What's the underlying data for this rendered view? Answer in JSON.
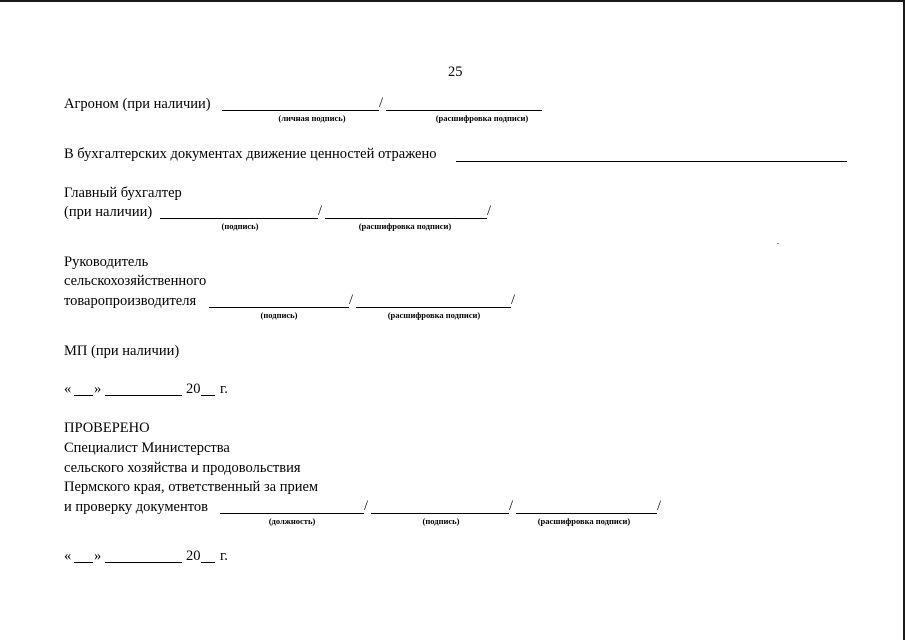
{
  "page_number": "25",
  "agronomist": {
    "label": "Агроном (при наличии)",
    "caption_signature": "(личная подпись)",
    "caption_decoding": "(расшифровка подписи)"
  },
  "accounting": {
    "label": "В бухгалтерских документах движение ценностей отражено"
  },
  "chief_accountant": {
    "line1": "Главный бухгалтер",
    "line2": "(при наличии)",
    "caption_signature": "(подпись)",
    "caption_decoding": "(расшифровка подписи)"
  },
  "head": {
    "line1": "Руководитель",
    "line2": "сельскохозяйственного",
    "line3": "товаропроизводителя",
    "caption_signature": "(подпись)",
    "caption_decoding": "(расшифровка подписи)"
  },
  "seal": {
    "label": "МП (при наличии)"
  },
  "date1": {
    "open_quote": "«",
    "close_quote": "»",
    "year_prefix": "20",
    "year_suffix": "г."
  },
  "verified": {
    "title": "ПРОВЕРЕНО",
    "line1": "Специалист Министерства",
    "line2": "сельского хозяйства и продовольствия",
    "line3": "Пермского края, ответственный за прием",
    "line4": "и проверку документов",
    "caption_position": "(должность)",
    "caption_signature": "(подпись)",
    "caption_decoding": "(расшифровка подписи)"
  },
  "date2": {
    "open_quote": "«",
    "close_quote": "»",
    "year_prefix": "20",
    "year_suffix": "г."
  },
  "slash": "/"
}
